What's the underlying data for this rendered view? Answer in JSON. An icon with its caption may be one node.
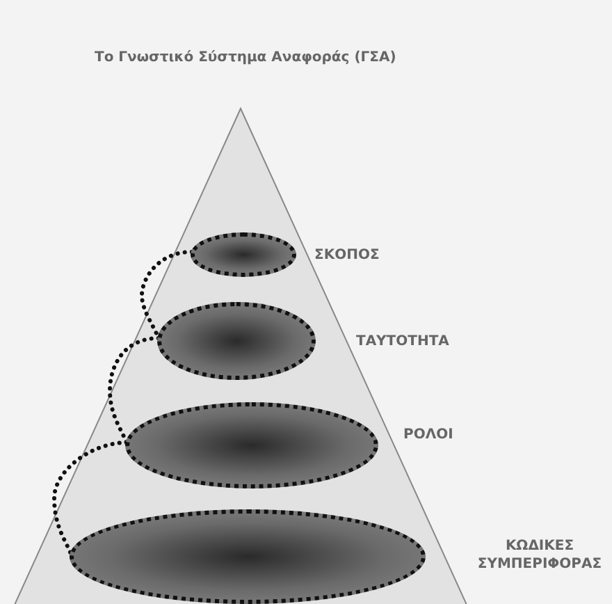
{
  "diagram": {
    "title": "Το Γνωστικό Σύστημα Αναφοράς (ΓΣΑ)",
    "nodes": [
      {
        "text": [],
        "shape": "ellipse",
        "beside": [
          "ΣΚΟΠΟΣ"
        ]
      },
      {
        "text": [],
        "shape": "ellipse",
        "beside": [
          "ΤΑΥΤΟΤΗΤΑ"
        ]
      },
      {
        "text": [],
        "shape": "ellipse",
        "beside": [
          "ΡΟΛΟΙ"
        ]
      },
      {
        "text": [],
        "shape": "ellipse",
        "beside": [
          "ΚΩΔΙΚΕΣ ΣΥΜΠΕΡΙΦΟΡΑΣ"
        ]
      }
    ],
    "edges": [
      {
        "from": 0,
        "to": 1,
        "arrow": "none",
        "style": "dashed"
      },
      {
        "from": 1,
        "to": 2,
        "arrow": "none",
        "style": "dashed"
      },
      {
        "from": 2,
        "to": 3,
        "arrow": "none",
        "style": "dashed"
      }
    ]
  }
}
